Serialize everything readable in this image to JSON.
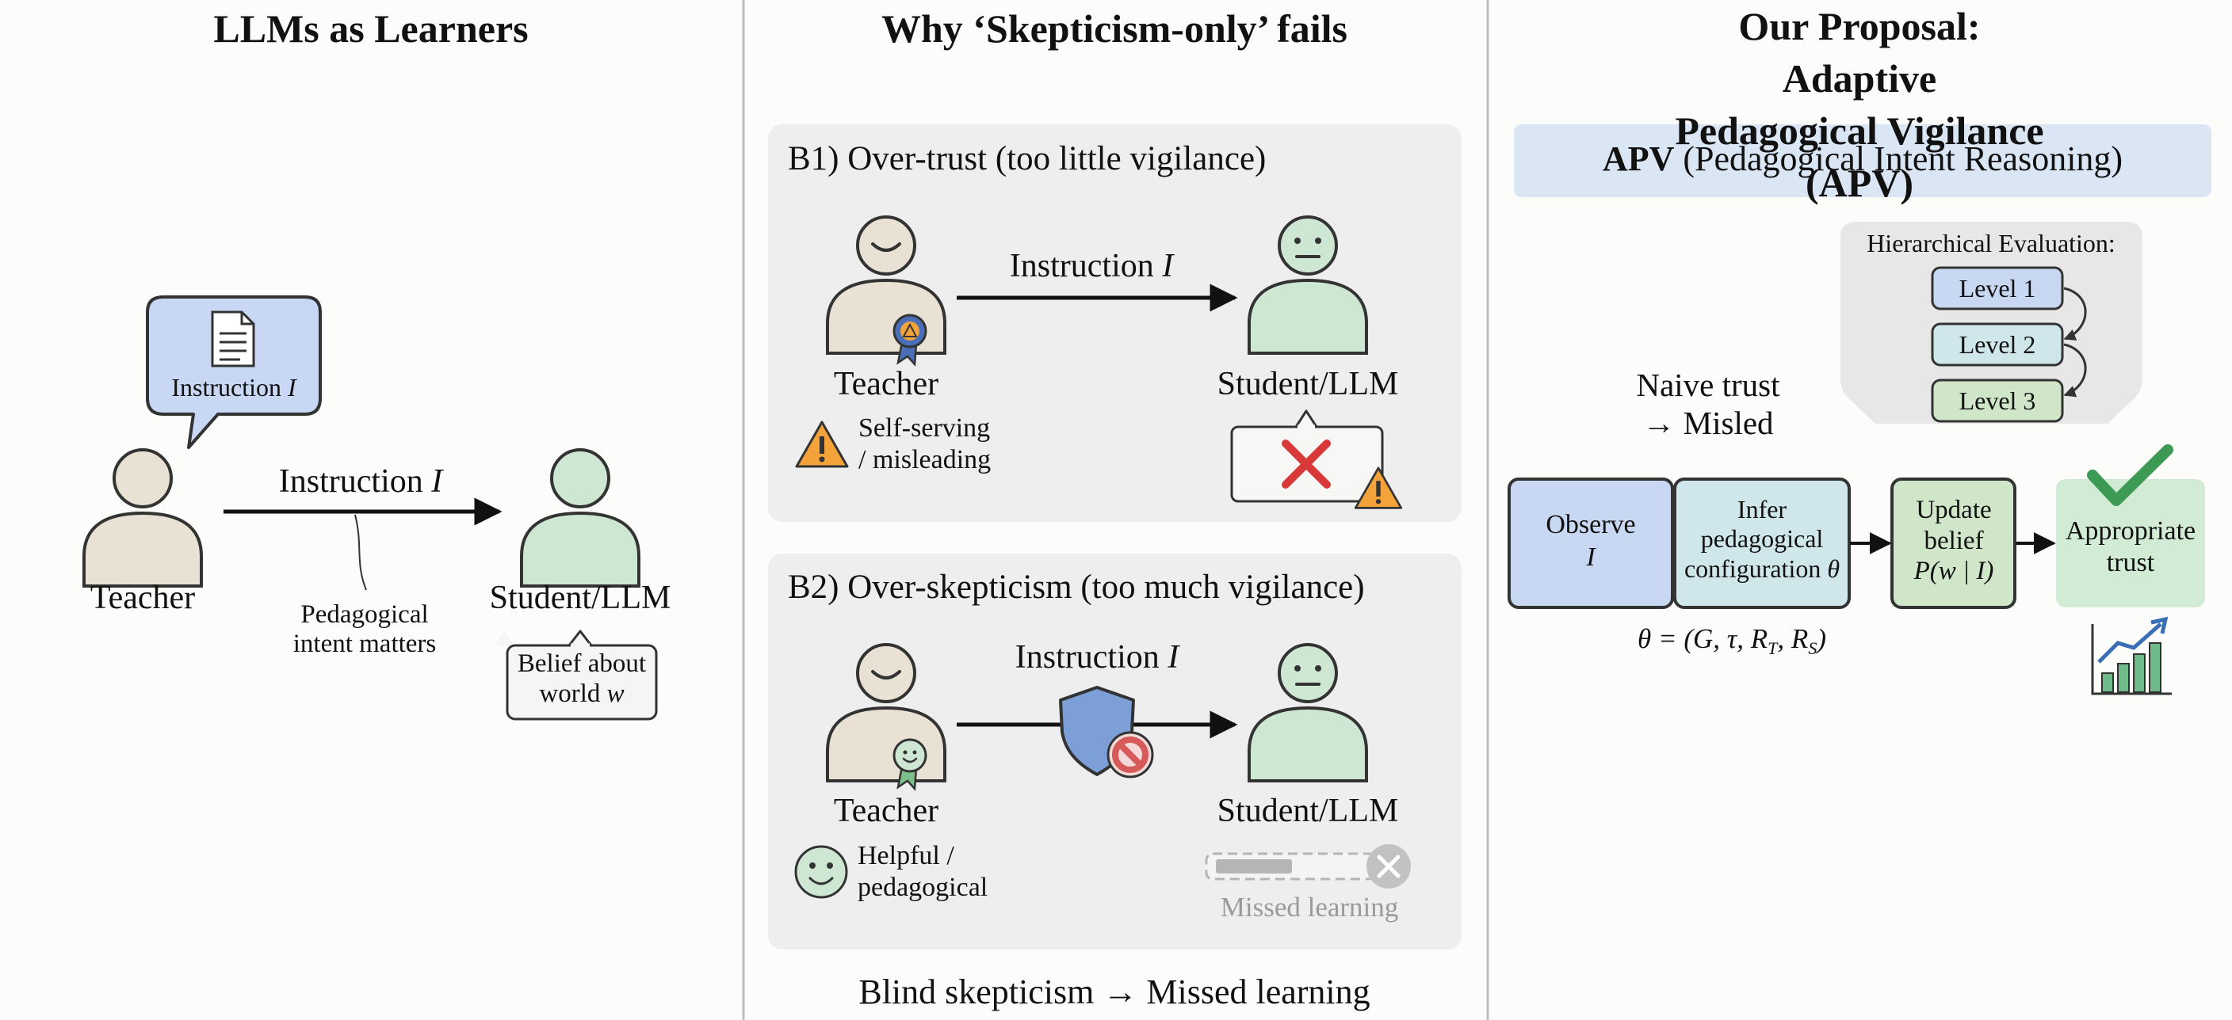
{
  "panel_a": {
    "title": "LLMs as Learners",
    "bubble_label": "Instruction ",
    "bubble_symbol": "I",
    "arrow_label": "Instruction ",
    "arrow_symbol": "I",
    "teacher": "Teacher",
    "student": "Student/LLM",
    "annotation": "Pedagogical\nintent matters",
    "belief_text": "Belief about\nworld ",
    "belief_symbol": "w"
  },
  "panel_b": {
    "title": "Why ‘Skepticism-only’ fails",
    "b1": {
      "title": "B1) Over-trust (too little vigilance)",
      "arrow_label": "Instruction ",
      "arrow_symbol": "I",
      "teacher": "Teacher",
      "student": "Student/LLM",
      "note": "Self-serving\n/ misleading"
    },
    "b2": {
      "title": "B2) Over-skepticism (too much vigilance)",
      "arrow_label": "Instruction ",
      "arrow_symbol": "I",
      "teacher": "Teacher",
      "student": "Student/LLM",
      "note": "Helpful /\npedagogical",
      "missed": "Missed learning"
    },
    "footer": "Blind skepticism → Missed learning"
  },
  "panel_c": {
    "title": "Our Proposal: Adaptive\nPedagogical Vigilance (APV)",
    "banner_bold": "APV",
    "banner_rest": " (Pedagogical Intent Reasoning)",
    "eval_title": "Hierarchical Evaluation:",
    "levels": [
      "Level 1",
      "Level 2",
      "Level 3"
    ],
    "naive": "Naive trust\n→ Misled",
    "observe": "Observe",
    "observe_symbol": "I",
    "infer": "Infer\npedagogical\nconfiguration ",
    "infer_symbol": "θ",
    "update": "Update\nbelief",
    "update_formula": "P(w | I)",
    "appropriate": "Appropriate\ntrust",
    "theta_formula": "θ = (G, τ, R_T, R_S)",
    "theta_lhs": "θ = (",
    "theta_args": "G, τ, R",
    "theta_sub_t": "T",
    "theta_sep": ", R",
    "theta_sub_s": "S",
    "theta_close": ")"
  },
  "colors": {
    "teacher_fill": "#e8e0d2",
    "student_fill": "#cfe8d4",
    "blue_fill": "#c9d8f2",
    "panel_gray": "#eeeeee",
    "warning": "#f0a43a",
    "cross": "#d93838",
    "check": "#43a35a"
  },
  "icons": [
    "document-icon",
    "warning-icon",
    "badge-icon",
    "shield-icon",
    "block-icon",
    "smiley-icon",
    "cross-icon",
    "checkmark-icon",
    "growth-chart-icon"
  ]
}
